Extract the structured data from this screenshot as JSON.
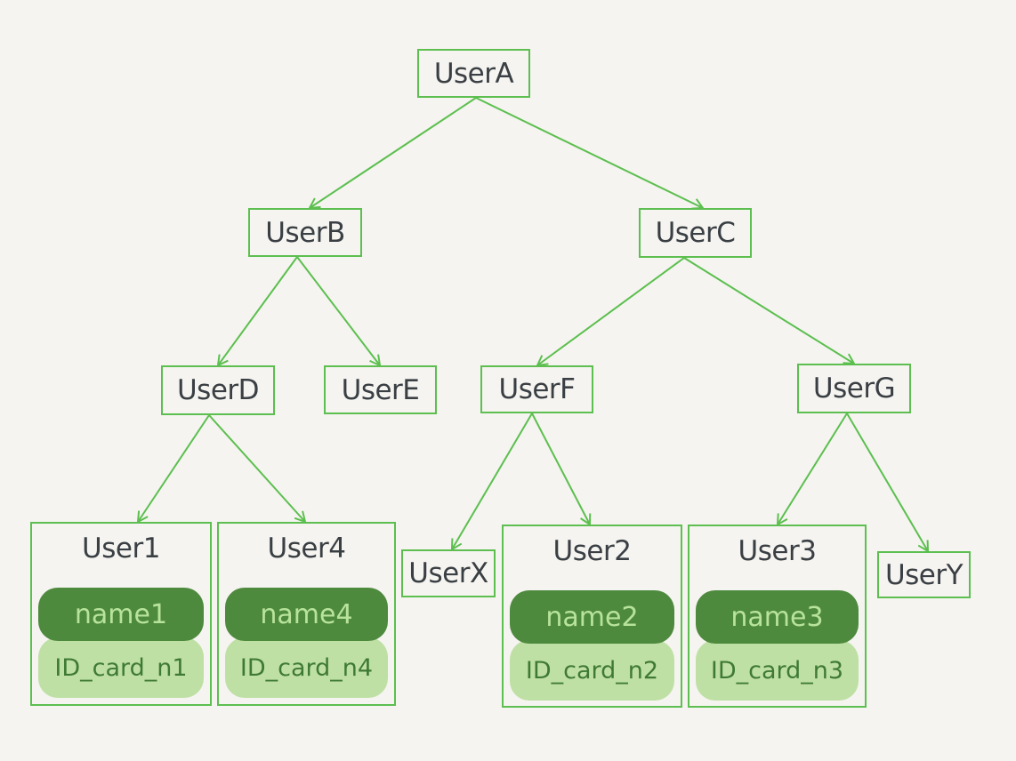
{
  "colors": {
    "edge": "#5cbf4f",
    "text": "#3a3f44",
    "pill_dark": "#4e8a3e",
    "pill_light": "#bfe0a4"
  },
  "nodes": {
    "userA": "UserA",
    "userB": "UserB",
    "userC": "UserC",
    "userD": "UserD",
    "userE": "UserE",
    "userF": "UserF",
    "userG": "UserG",
    "userX": "UserX",
    "userY": "UserY",
    "user1": {
      "title": "User1",
      "name": "name1",
      "id": "ID_card_n1"
    },
    "user4": {
      "title": "User4",
      "name": "name4",
      "id": "ID_card_n4"
    },
    "user2": {
      "title": "User2",
      "name": "name2",
      "id": "ID_card_n2"
    },
    "user3": {
      "title": "User3",
      "name": "name3",
      "id": "ID_card_n3"
    }
  }
}
